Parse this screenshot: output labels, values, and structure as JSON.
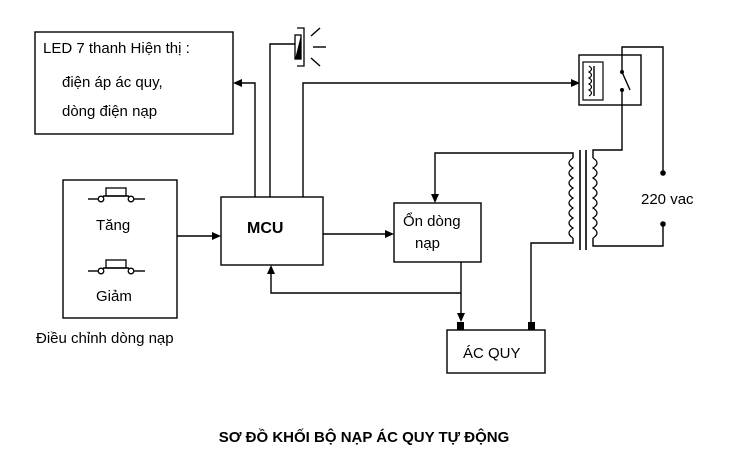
{
  "diagram": {
    "led_box": {
      "line1": "LED 7 thanh Hiện thị :",
      "line2": "điện áp ác quy,",
      "line3": "dòng điện nạp"
    },
    "buttons_box": {
      "increase_label": "Tăng",
      "decrease_label": "Giảm",
      "caption": "Điều chỉnh dòng nạp"
    },
    "mcu_label": "MCU",
    "regulator_box": {
      "line1": "Ổn dòng",
      "line2": "nạp"
    },
    "battery_label": "ÁC QUY",
    "mains_label": "220 vac",
    "title": "SƠ ĐỒ KHỐI BỘ NẠP ÁC QUY TỰ ĐỘNG"
  }
}
